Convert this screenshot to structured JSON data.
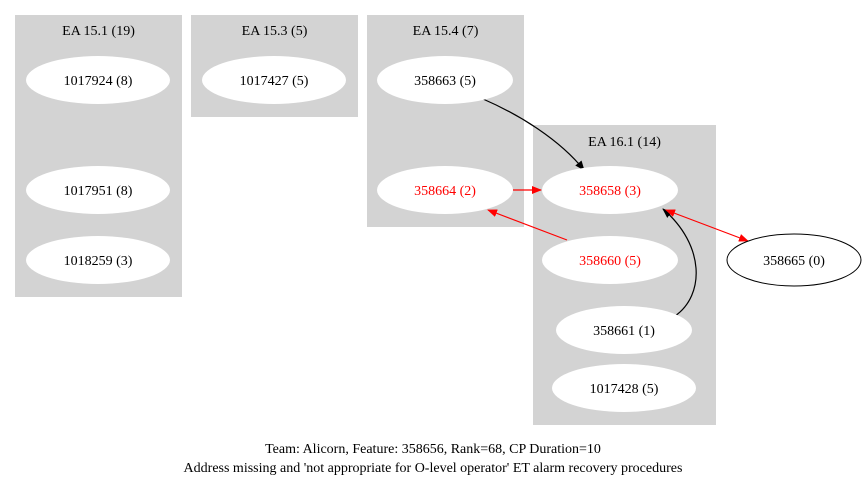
{
  "colors": {
    "cluster_fill": "#d3d3d3",
    "node_fill": "#ffffff",
    "text_default": "#000000",
    "text_highlight": "#ff0000",
    "edge_default": "#000000",
    "edge_highlight": "#ff0000"
  },
  "clusters": [
    {
      "id": "ea151",
      "label": "EA 15.1 (19)"
    },
    {
      "id": "ea153",
      "label": "EA 15.3 (5)"
    },
    {
      "id": "ea154",
      "label": "EA 15.4 (7)"
    },
    {
      "id": "ea161",
      "label": "EA 16.1 (14)"
    }
  ],
  "nodes": [
    {
      "id": "n1017924",
      "label": "1017924 (8)",
      "cluster": "ea151",
      "highlight": false
    },
    {
      "id": "n1017951",
      "label": "1017951 (8)",
      "cluster": "ea151",
      "highlight": false
    },
    {
      "id": "n1018259",
      "label": "1018259 (3)",
      "cluster": "ea151",
      "highlight": false
    },
    {
      "id": "n1017427",
      "label": "1017427 (5)",
      "cluster": "ea153",
      "highlight": false
    },
    {
      "id": "n358663",
      "label": "358663 (5)",
      "cluster": "ea154",
      "highlight": false
    },
    {
      "id": "n358664",
      "label": "358664 (2)",
      "cluster": "ea154",
      "highlight": true
    },
    {
      "id": "n358658",
      "label": "358658 (3)",
      "cluster": "ea161",
      "highlight": true
    },
    {
      "id": "n358660",
      "label": "358660 (5)",
      "cluster": "ea161",
      "highlight": true
    },
    {
      "id": "n358661",
      "label": "358661 (1)",
      "cluster": "ea161",
      "highlight": false
    },
    {
      "id": "n1017428",
      "label": "1017428 (5)",
      "cluster": "ea161",
      "highlight": false
    },
    {
      "id": "n358665",
      "label": "358665 (0)",
      "cluster": null,
      "highlight": false,
      "outlined": true
    }
  ],
  "edges": [
    {
      "from": "n358663",
      "to": "n358658",
      "color": "black"
    },
    {
      "from": "n358664",
      "to": "n358658",
      "color": "red"
    },
    {
      "from": "n358660",
      "to": "n358664",
      "color": "red"
    },
    {
      "from": "n358661",
      "to": "n358658",
      "color": "black"
    },
    {
      "from": "n358658",
      "to": "n358665",
      "color": "red",
      "bidirectional": true
    }
  ],
  "footer": {
    "line1": "Team: Alicorn, Feature: 358656, Rank=68, CP Duration=10",
    "line2": "Address missing and 'not appropriate for O-level operator' ET alarm recovery procedures"
  }
}
